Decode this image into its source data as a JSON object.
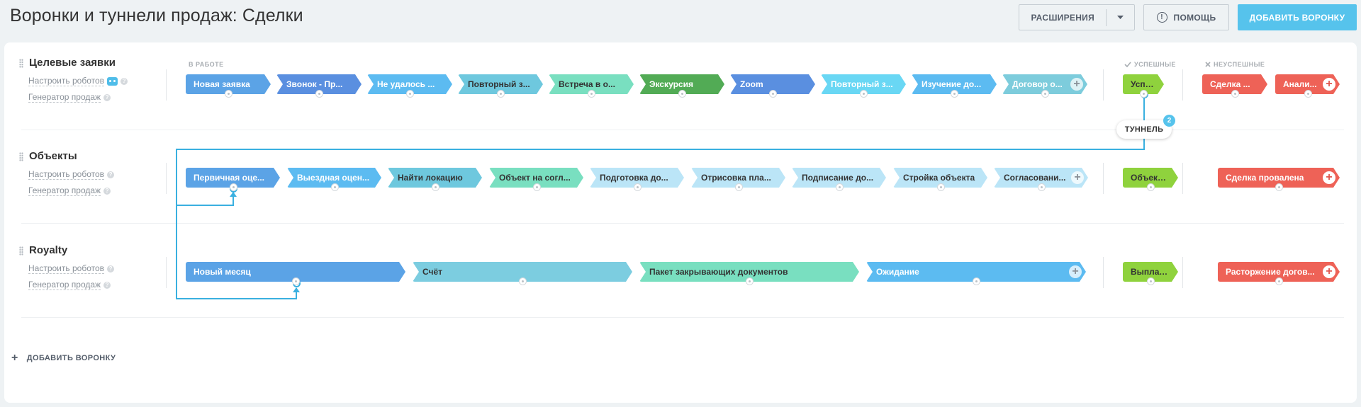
{
  "header": {
    "title": "Воронки и туннели продаж: Сделки",
    "extensions_label": "РАСШИРЕНИЯ",
    "help_label": "ПОМОЩЬ",
    "add_funnel_label": "ДОБАВИТЬ ВОРОНКУ"
  },
  "section_labels": {
    "in_work": "В РАБОТЕ",
    "success": "УСПЕШНЫЕ",
    "fail": "НЕУСПЕШНЫЕ"
  },
  "funnels": [
    {
      "name": "Целевые заявки",
      "robots_label": "Настроить роботов",
      "generator_label": "Генератор продаж",
      "stages": [
        {
          "label": "Новая заявка",
          "color": "#5ba3e6"
        },
        {
          "label": "Звонок - Пр...",
          "color": "#5a8fe0"
        },
        {
          "label": "Не удалось ...",
          "color": "#5cbbf1"
        },
        {
          "label": "Повторный з...",
          "color": "#6ec8de"
        },
        {
          "label": "Встреча в о...",
          "color": "#79dfc0"
        },
        {
          "label": "Экскурсия",
          "color": "#52ab55"
        },
        {
          "label": "Zoom",
          "color": "#5a8fe0"
        },
        {
          "label": "Повторный з...",
          "color": "#69d7f4"
        },
        {
          "label": "Изучение до...",
          "color": "#5cbbf1"
        },
        {
          "label": "Договор о...",
          "color": "#7dccdc"
        }
      ],
      "success": [
        {
          "label": "Успех",
          "color": "#8fd23d"
        }
      ],
      "fail": [
        {
          "label": "Сделка ...",
          "color": "#ee6257"
        },
        {
          "label": "Анали...",
          "color": "#ee6257"
        }
      ]
    },
    {
      "name": "Объекты",
      "robots_label": "Настроить роботов",
      "generator_label": "Генератор продаж",
      "stages": [
        {
          "label": "Первичная оце...",
          "color": "#5ba3e6"
        },
        {
          "label": "Выездная оцен...",
          "color": "#5cbbf1"
        },
        {
          "label": "Найти локацию",
          "color": "#6ec8de"
        },
        {
          "label": "Объект на согл...",
          "color": "#79dfc0"
        },
        {
          "label": "Подготовка до...",
          "color": "#bbe5f7"
        },
        {
          "label": "Отрисовка пла...",
          "color": "#bbe5f7"
        },
        {
          "label": "Подписание до...",
          "color": "#bbe5f7"
        },
        {
          "label": "Стройка объекта",
          "color": "#bbe5f7"
        },
        {
          "label": "Согласовани...",
          "color": "#bbe5f7"
        }
      ],
      "success": [
        {
          "label": "Объект ...",
          "color": "#8fd23d"
        }
      ],
      "fail": [
        {
          "label": "Сделка провалена",
          "color": "#ee6257"
        }
      ]
    },
    {
      "name": "Royalty",
      "robots_label": "Настроить роботов",
      "generator_label": "Генератор продаж",
      "stages": [
        {
          "label": "Новый месяц",
          "color": "#5ba3e6"
        },
        {
          "label": "Счёт",
          "color": "#7ccde0"
        },
        {
          "label": "Пакет закрывающих документов",
          "color": "#79dfc0"
        },
        {
          "label": "Ожидание",
          "color": "#5cbbf1"
        }
      ],
      "success": [
        {
          "label": "Выплач...",
          "color": "#8fd23d"
        }
      ],
      "fail": [
        {
          "label": "Расторжение догов...",
          "color": "#ee6257"
        }
      ]
    }
  ],
  "tunnel": {
    "label": "ТУННЕЛЬ",
    "count": "2",
    "color": "#3ab0e0"
  },
  "footer": {
    "add_funnel_label": "ДОБАВИТЬ ВОРОНКУ"
  }
}
